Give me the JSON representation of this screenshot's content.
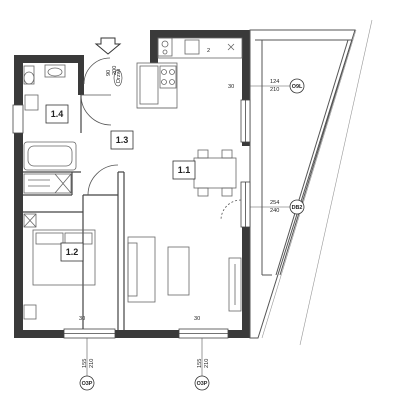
{
  "rooms": {
    "r14": "1.4",
    "r13": "1.3",
    "r11": "1.1",
    "r12": "1.2"
  },
  "entry_door": {
    "label": "Drzwi",
    "size": "90",
    "height": "200"
  },
  "window_ozl": {
    "label": "O9L",
    "width": "124",
    "height": "210",
    "sill": "30"
  },
  "door_db2": {
    "label": "DB2",
    "width": "254",
    "height": "240"
  },
  "window_o3p_left": {
    "label": "O3P",
    "width": "155",
    "height": "210",
    "sill": "30"
  },
  "window_o3p_right": {
    "label": "O3P",
    "width": "155",
    "height": "210",
    "sill": "30"
  },
  "kitchen_marks": {
    "cabinet": "2"
  }
}
